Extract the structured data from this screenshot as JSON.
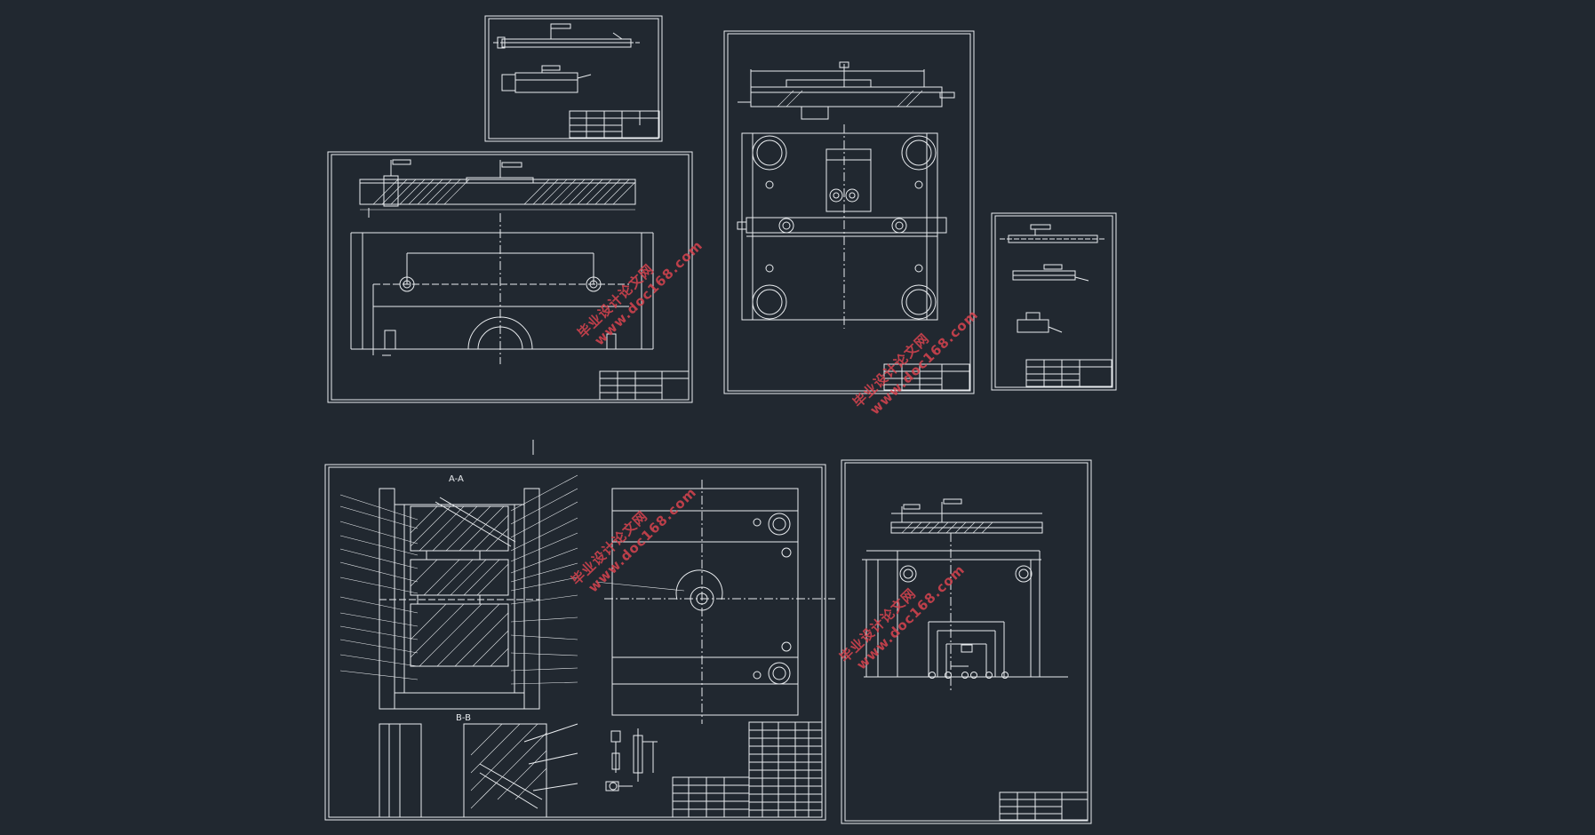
{
  "app": {
    "background": "#212830",
    "line_color": "#e9ecef",
    "watermark_color": "#d9444f"
  },
  "sheets": [
    {
      "name": "small-top-sheet"
    },
    {
      "name": "large-plate-sheet"
    },
    {
      "name": "tall-plate-sheet"
    },
    {
      "name": "small-right-sheet"
    },
    {
      "name": "assembly-sheet"
    },
    {
      "name": "bottom-right-sheet"
    }
  ],
  "labels": {
    "section_aa": "A-A",
    "section_bb": "B-B"
  },
  "watermark": {
    "text_cn": "毕业设计论文网",
    "url": "www.doc168.com"
  }
}
